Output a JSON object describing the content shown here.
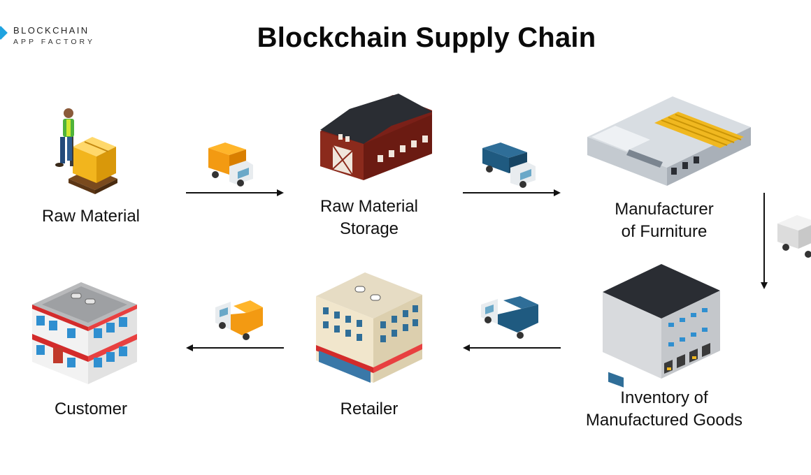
{
  "brand": {
    "line1": "BLOCKCHAIN",
    "line2": "APP FACTORY"
  },
  "title": "Blockchain Supply Chain",
  "stages": [
    {
      "id": "raw-material",
      "label": "Raw Material",
      "icon": "worker-with-pallet-icon"
    },
    {
      "id": "raw-material-storage",
      "label": "Raw Material\nStorage",
      "icon": "barn-icon"
    },
    {
      "id": "manufacturer",
      "label": "Manufacturer\nof Furniture",
      "icon": "factory-icon"
    },
    {
      "id": "inventory",
      "label": "Inventory of\nManufactured Goods",
      "icon": "warehouse-icon"
    },
    {
      "id": "retailer",
      "label": "Retailer",
      "icon": "retail-store-icon"
    },
    {
      "id": "customer",
      "label": "Customer",
      "icon": "house-icon"
    }
  ],
  "transports": [
    {
      "from": "raw-material",
      "to": "raw-material-storage",
      "icon": "orange-truck-icon",
      "color": "#f39a12"
    },
    {
      "from": "raw-material-storage",
      "to": "manufacturer",
      "icon": "blue-truck-icon",
      "color": "#1f5a80"
    },
    {
      "from": "manufacturer",
      "to": "inventory",
      "icon": "white-truck-icon",
      "color": "#e6e6e6"
    },
    {
      "from": "inventory",
      "to": "retailer",
      "icon": "blue-truck-icon",
      "color": "#1f5a80"
    },
    {
      "from": "retailer",
      "to": "customer",
      "icon": "orange-truck-icon",
      "color": "#f39a12"
    }
  ],
  "colors": {
    "accent": "#1fa3e0",
    "arrow": "#111111"
  }
}
